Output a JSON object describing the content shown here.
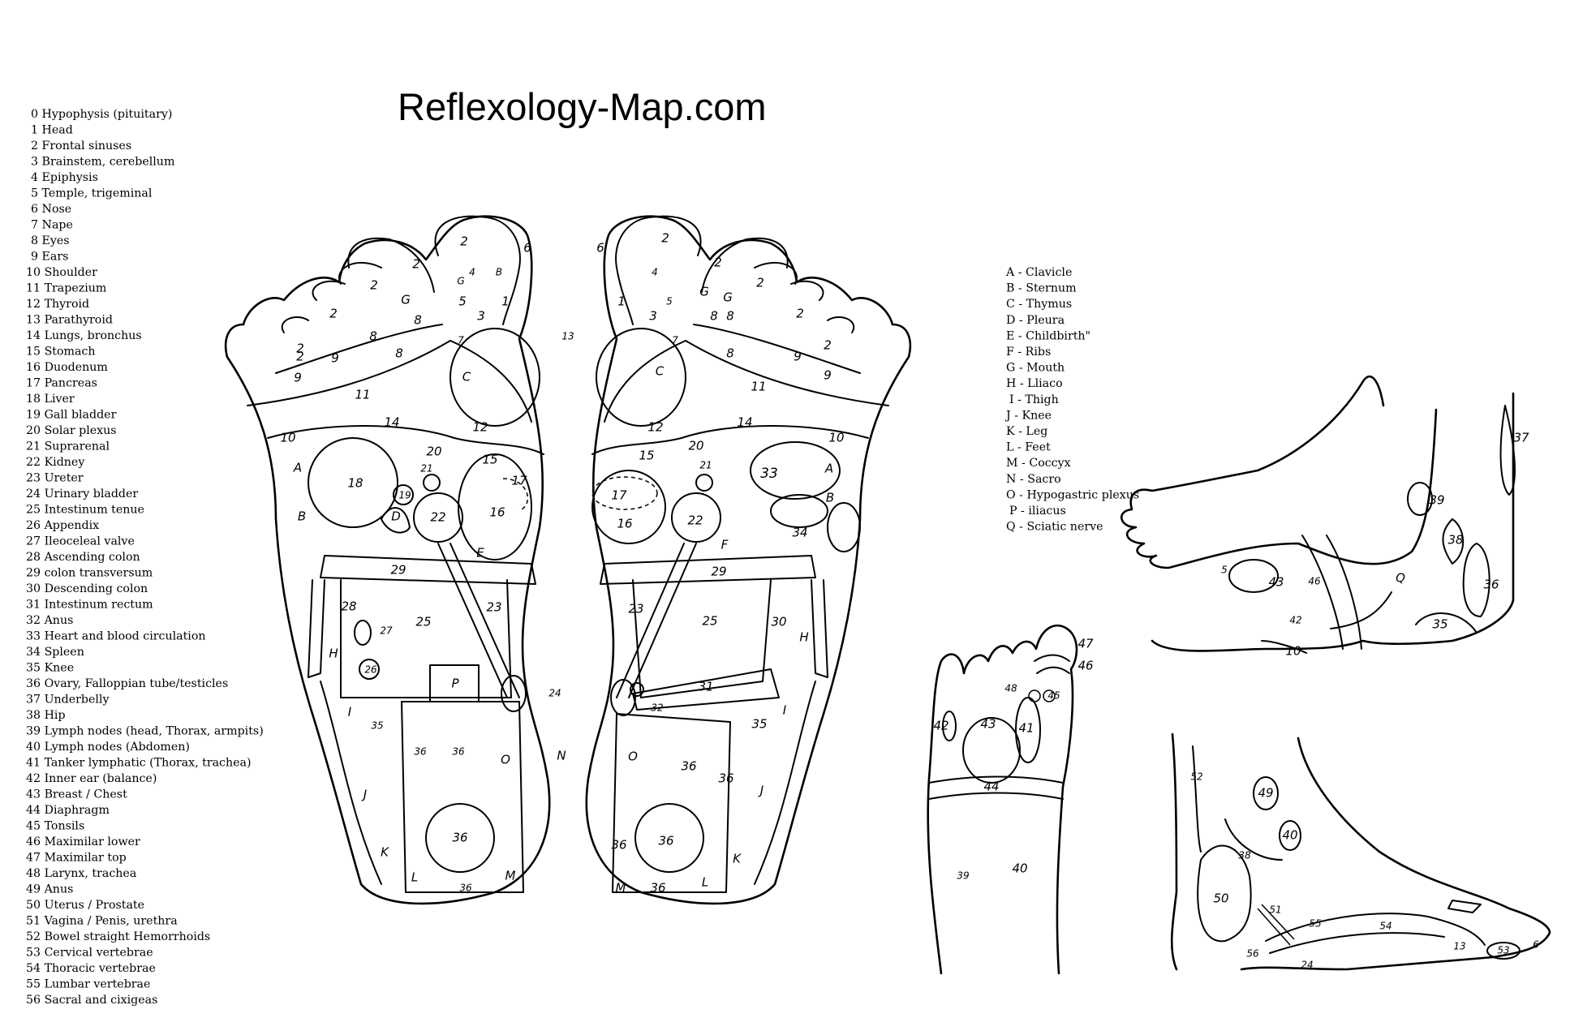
{
  "title": "Reflexology-Map.com",
  "legend_numbers": [
    "0  Hypophysis (pituitary)",
    "1  Head",
    "2  Frontal sinuses",
    "3 Brainstem, cerebellum",
    "4 Epiphysis",
    "5 Temple, trigeminal",
    "6 Nose",
    "7 Nape",
    "8 Eyes",
    "9 Ears",
    "10 Shoulder",
    "11 Trapezium",
    "12 Thyroid",
    "13 Parathyroid",
    "14 Lungs, bronchus",
    "15 Stomach",
    "16 Duodenum",
    "17 Pancreas",
    "18 Liver",
    "19 Gall bladder",
    "20 Solar plexus",
    "21 Suprarenal",
    "22 Kidney",
    "23 Ureter",
    "24 Urinary bladder",
    "25 Intestinum tenue",
    "26 Appendix",
    "27 Ileoceleal valve",
    "28 Ascending colon",
    "29 colon transversum",
    "30 Descending colon",
    "31 Intestinum rectum",
    "32 Anus",
    "33 Heart and blood circulation",
    "34 Spleen",
    "35 Knee",
    "36 Ovary, Falloppian tube/testicles",
    "37 Underbelly",
    "38 Hip",
    "39 Lymph nodes (head, Thorax, armpits)",
    "40 Lymph nodes (Abdomen)",
    "41 Tanker lymphatic (Thorax, trachea)",
    "42 Inner ear (balance)",
    "43 Breast / Chest",
    "44 Diaphragm",
    "45 Tonsils",
    "46 Maximilar lower",
    "47 Maximilar top",
    "48 Larynx, trachea",
    "49 Anus",
    "50 Uterus / Prostate",
    "51 Vagina / Penis, urethra",
    "52 Bowel straight Hemorrhoids",
    "53 Cervical vertebrae",
    "54 Thoracic vertebrae",
    "55 Lumbar vertebrae",
    "56 Sacral and cixigeas"
  ],
  "legend_letters": [
    "A - Clavicle",
    "B - Sternum",
    "C - Thymus",
    "D - Pleura",
    "E - Childbirth\"",
    "F - Ribs",
    "G - Mouth",
    "H - Lliaco",
    "I - Thigh",
    "J - Knee",
    "K - Leg",
    "L - Feet",
    "M - Coccyx",
    "N - Sacro",
    "O - Hypogastric plexus",
    "P - iliacus",
    "Q - Sciatic nerve"
  ],
  "left_sole_labels": [
    "2",
    "6",
    "2",
    "2",
    "2",
    "2",
    "2",
    "9",
    "9",
    "G",
    "8",
    "8",
    "8",
    "G",
    "4",
    "B",
    "5",
    "3",
    "1",
    "7",
    "C",
    "11",
    "14",
    "10",
    "12",
    "20",
    "A",
    "15",
    "18",
    "21",
    "19",
    "17",
    "B",
    "D",
    "22",
    "16",
    "E",
    "29",
    "28",
    "25",
    "23",
    "27",
    "H",
    "26",
    "P",
    "24",
    "I",
    "35",
    "36",
    "36",
    "O",
    "N",
    "J",
    "36",
    "K",
    "L",
    "M",
    "36"
  ],
  "right_sole_labels": [
    "6",
    "2",
    "4",
    "1",
    "5",
    "3",
    "G",
    "2",
    "2",
    "8",
    "8",
    "G",
    "2",
    "7",
    "13",
    "8",
    "9",
    "2",
    "C",
    "9",
    "11",
    "14",
    "10",
    "12",
    "15",
    "20",
    "A",
    "21",
    "33",
    "17",
    "B",
    "22",
    "16",
    "34",
    "F",
    "29",
    "23",
    "25",
    "30",
    "H",
    "31",
    "32",
    "35",
    "I",
    "O",
    "36",
    "36",
    "J",
    "36",
    "36",
    "K",
    "M",
    "36",
    "L"
  ],
  "top_foot_labels": [
    "47",
    "46",
    "48",
    "45",
    "42",
    "43",
    "41",
    "44",
    "39",
    "40"
  ],
  "outer_ankle_labels": [
    "37",
    "39",
    "38",
    "5",
    "43",
    "46",
    "Q",
    "36",
    "42",
    "35",
    "10"
  ],
  "inner_ankle_labels": [
    "52",
    "49",
    "40",
    "38",
    "50",
    "51",
    "55",
    "54",
    "56",
    "24",
    "13",
    "53",
    "6"
  ]
}
